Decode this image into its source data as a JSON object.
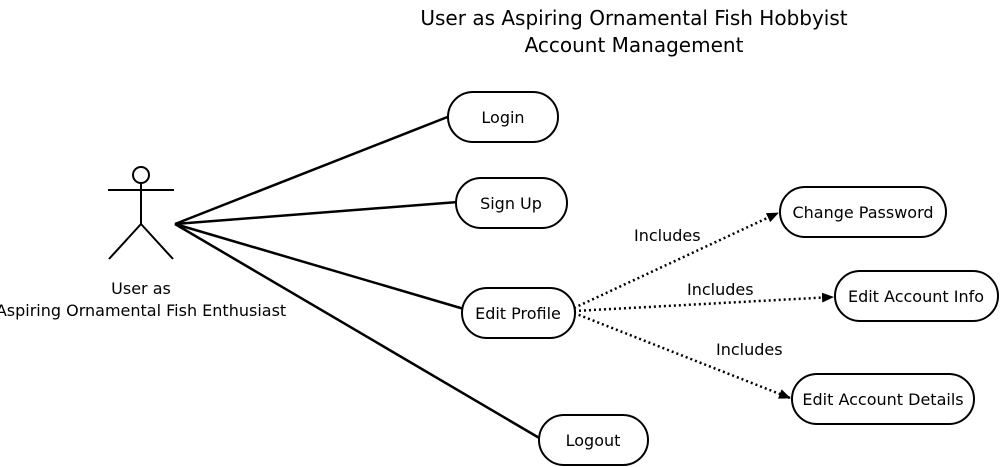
{
  "diagram": {
    "title_line1": "User as Aspiring Ornamental Fish Hobbyist",
    "title_line2": "Account Management",
    "actor": {
      "label_line1": "User as",
      "label_line2": "Aspiring Ornamental Fish Enthusiast"
    },
    "use_cases": {
      "login": "Login",
      "sign_up": "Sign Up",
      "edit_profile": "Edit Profile",
      "logout": "Logout",
      "change_password": "Change Password",
      "edit_account_info": "Edit Account Info",
      "edit_account_details": "Edit Account Details"
    },
    "relationships": {
      "include_label": "Includes"
    }
  }
}
